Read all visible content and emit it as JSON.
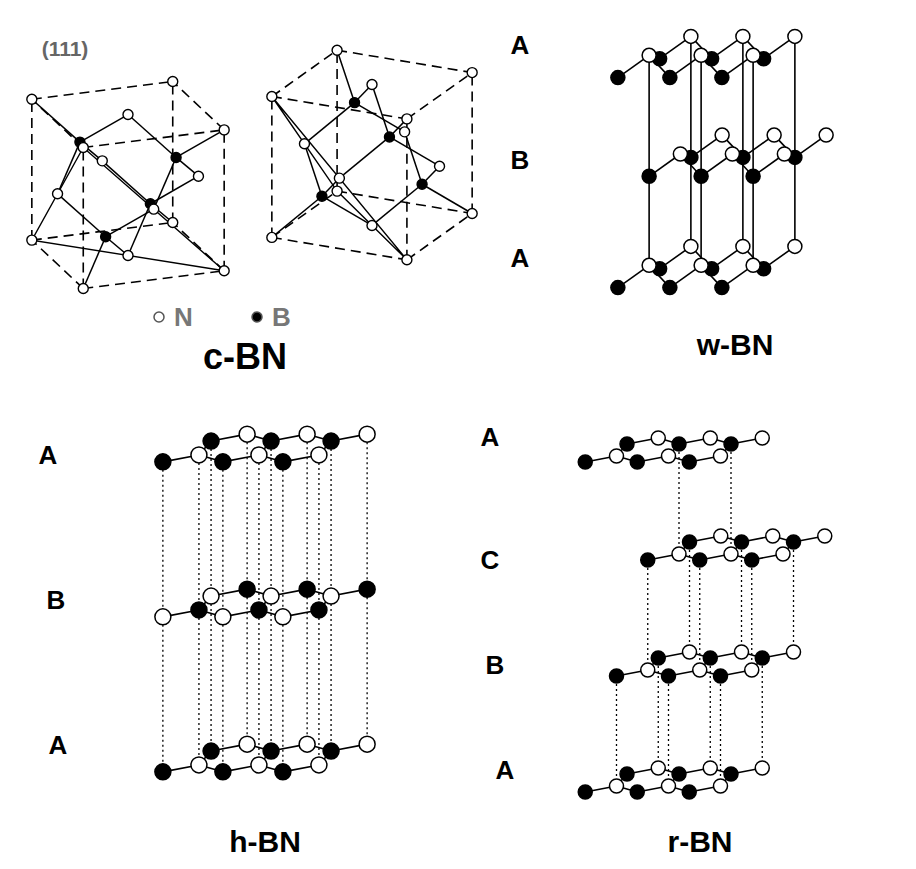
{
  "diagram": {
    "labels": [
      "(111)",
      "c-BN",
      "A",
      "B",
      "A",
      "w-BN",
      "A",
      "B",
      "A",
      "h-BN",
      "A",
      "C",
      "B",
      "A",
      "r-BN"
    ],
    "legend": [
      {
        "text": "N"
      },
      {
        "text": "B"
      }
    ]
  }
}
